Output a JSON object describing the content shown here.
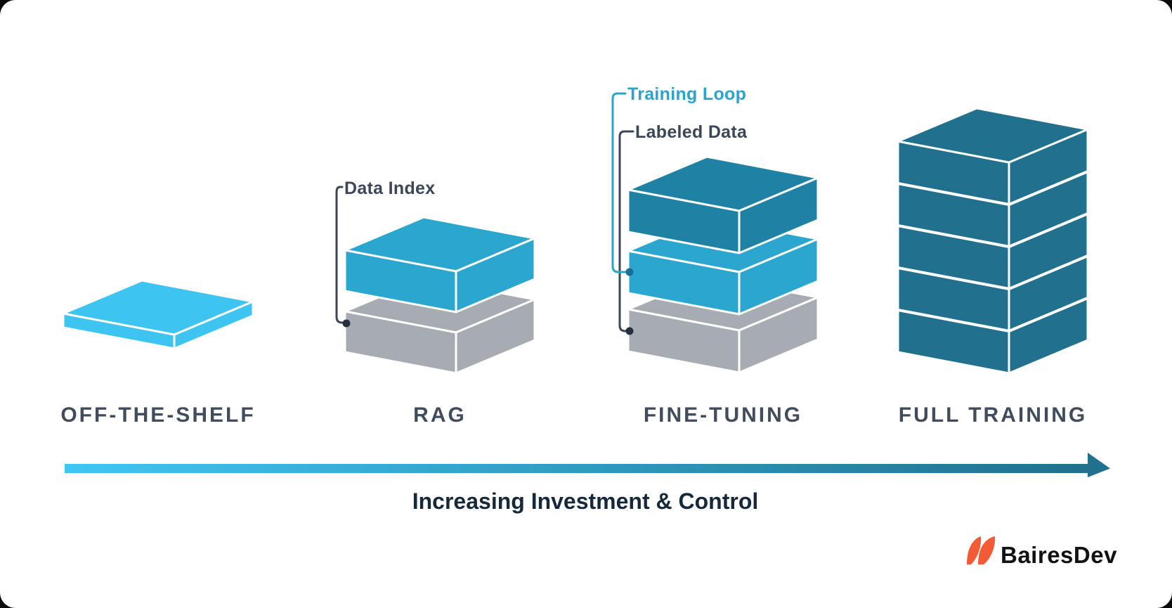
{
  "palette": {
    "cyan": "#3EC4F0",
    "blue": "#2BA6CE",
    "teal": "#1F82A4",
    "dark_teal": "#20708E",
    "gray": "#A7ABB2",
    "slate": "#414D5C",
    "navy": "#16293A",
    "callout_dark": "#3B4757",
    "callout_blue": "#2BA3CA",
    "dot_dark": "#243040",
    "dot_blue": "#1C6E94",
    "arrow_start": "#40C6F2",
    "arrow_end": "#20708E",
    "logo_orange": "#F25B35",
    "logo_text": "#121212"
  },
  "columns": [
    {
      "label": "OFF-THE-SHELF",
      "blocks": [
        "cyan-slab"
      ]
    },
    {
      "label": "RAG",
      "blocks": [
        "blue-data-index-block",
        "gray-base-model-block"
      ]
    },
    {
      "label": "FINE-TUNING",
      "blocks": [
        "teal-top-block",
        "blue-training-loop-block",
        "gray-base-model-block"
      ]
    },
    {
      "label": "FULL TRAINING",
      "blocks": [
        "dark-teal-tower-5-segments"
      ]
    }
  ],
  "callouts": {
    "data_index": "Data Index",
    "training_loop": "Training Loop",
    "labeled_data": "Labeled Data"
  },
  "axis": {
    "label": "Increasing Investment & Control"
  },
  "logo": {
    "text": "BairesDev"
  }
}
